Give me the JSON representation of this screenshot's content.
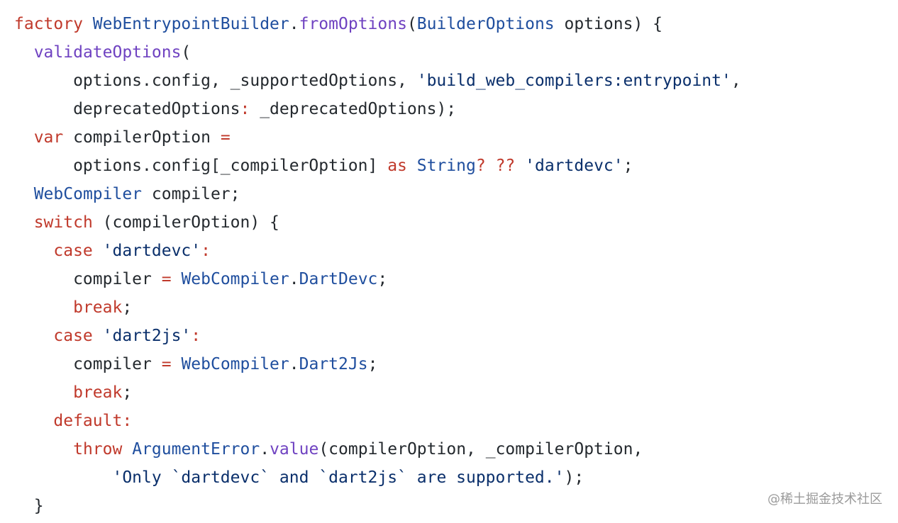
{
  "code": {
    "language": "dart",
    "lines": [
      [
        {
          "t": "factory",
          "k": "kw"
        },
        {
          "t": " ",
          "k": "pl"
        },
        {
          "t": "WebEntrypointBuilder",
          "k": "ty"
        },
        {
          "t": ".",
          "k": "pl"
        },
        {
          "t": "fromOptions",
          "k": "fn"
        },
        {
          "t": "(",
          "k": "pl"
        },
        {
          "t": "BuilderOptions",
          "k": "ty"
        },
        {
          "t": " options) {",
          "k": "pl"
        }
      ],
      [
        {
          "t": "  ",
          "k": "pl"
        },
        {
          "t": "validateOptions",
          "k": "fn"
        },
        {
          "t": "(",
          "k": "pl"
        }
      ],
      [
        {
          "t": "      options.config, _supportedOptions, ",
          "k": "pl"
        },
        {
          "t": "'build_web_compilers:entrypoint'",
          "k": "str"
        },
        {
          "t": ",",
          "k": "pl"
        }
      ],
      [
        {
          "t": "      deprecatedOptions",
          "k": "pl"
        },
        {
          "t": ":",
          "k": "op"
        },
        {
          "t": " _deprecatedOptions);",
          "k": "pl"
        }
      ],
      [
        {
          "t": "  ",
          "k": "pl"
        },
        {
          "t": "var",
          "k": "kw"
        },
        {
          "t": " compilerOption ",
          "k": "pl"
        },
        {
          "t": "=",
          "k": "op"
        }
      ],
      [
        {
          "t": "      options.config[_compilerOption] ",
          "k": "pl"
        },
        {
          "t": "as",
          "k": "kw"
        },
        {
          "t": " ",
          "k": "pl"
        },
        {
          "t": "String",
          "k": "ty"
        },
        {
          "t": "?",
          "k": "op"
        },
        {
          "t": " ",
          "k": "pl"
        },
        {
          "t": "??",
          "k": "op"
        },
        {
          "t": " ",
          "k": "pl"
        },
        {
          "t": "'dartdevc'",
          "k": "str"
        },
        {
          "t": ";",
          "k": "pl"
        }
      ],
      [
        {
          "t": "  ",
          "k": "pl"
        },
        {
          "t": "WebCompiler",
          "k": "ty"
        },
        {
          "t": " compiler;",
          "k": "pl"
        }
      ],
      [
        {
          "t": "  ",
          "k": "pl"
        },
        {
          "t": "switch",
          "k": "kw"
        },
        {
          "t": " (compilerOption) {",
          "k": "pl"
        }
      ],
      [
        {
          "t": "    ",
          "k": "pl"
        },
        {
          "t": "case",
          "k": "kw"
        },
        {
          "t": " ",
          "k": "pl"
        },
        {
          "t": "'dartdevc'",
          "k": "str"
        },
        {
          "t": ":",
          "k": "op"
        }
      ],
      [
        {
          "t": "      compiler ",
          "k": "pl"
        },
        {
          "t": "=",
          "k": "op"
        },
        {
          "t": " ",
          "k": "pl"
        },
        {
          "t": "WebCompiler",
          "k": "ty"
        },
        {
          "t": ".",
          "k": "pl"
        },
        {
          "t": "DartDevc",
          "k": "ty"
        },
        {
          "t": ";",
          "k": "pl"
        }
      ],
      [
        {
          "t": "      ",
          "k": "pl"
        },
        {
          "t": "break",
          "k": "kw"
        },
        {
          "t": ";",
          "k": "pl"
        }
      ],
      [
        {
          "t": "    ",
          "k": "pl"
        },
        {
          "t": "case",
          "k": "kw"
        },
        {
          "t": " ",
          "k": "pl"
        },
        {
          "t": "'dart2js'",
          "k": "str"
        },
        {
          "t": ":",
          "k": "op"
        }
      ],
      [
        {
          "t": "      compiler ",
          "k": "pl"
        },
        {
          "t": "=",
          "k": "op"
        },
        {
          "t": " ",
          "k": "pl"
        },
        {
          "t": "WebCompiler",
          "k": "ty"
        },
        {
          "t": ".",
          "k": "pl"
        },
        {
          "t": "Dart2Js",
          "k": "ty"
        },
        {
          "t": ";",
          "k": "pl"
        }
      ],
      [
        {
          "t": "      ",
          "k": "pl"
        },
        {
          "t": "break",
          "k": "kw"
        },
        {
          "t": ";",
          "k": "pl"
        }
      ],
      [
        {
          "t": "    ",
          "k": "pl"
        },
        {
          "t": "default",
          "k": "kw"
        },
        {
          "t": ":",
          "k": "op"
        }
      ],
      [
        {
          "t": "      ",
          "k": "pl"
        },
        {
          "t": "throw",
          "k": "kw"
        },
        {
          "t": " ",
          "k": "pl"
        },
        {
          "t": "ArgumentError",
          "k": "ty"
        },
        {
          "t": ".",
          "k": "pl"
        },
        {
          "t": "value",
          "k": "fn"
        },
        {
          "t": "(compilerOption, _compilerOption,",
          "k": "pl"
        }
      ],
      [
        {
          "t": "          ",
          "k": "pl"
        },
        {
          "t": "'Only `dartdevc` and `dart2js` are supported.'",
          "k": "str"
        },
        {
          "t": ");",
          "k": "pl"
        }
      ],
      [
        {
          "t": "  }",
          "k": "pl"
        }
      ]
    ]
  },
  "watermark": {
    "text": "@稀土掘金技术社区"
  },
  "colors": {
    "keyword": "#c0392b",
    "type": "#1f4e9e",
    "function": "#6f42c1",
    "string": "#0a2f6b",
    "plain": "#24292e",
    "background": "#ffffff",
    "watermark": "#9a9a9a"
  }
}
